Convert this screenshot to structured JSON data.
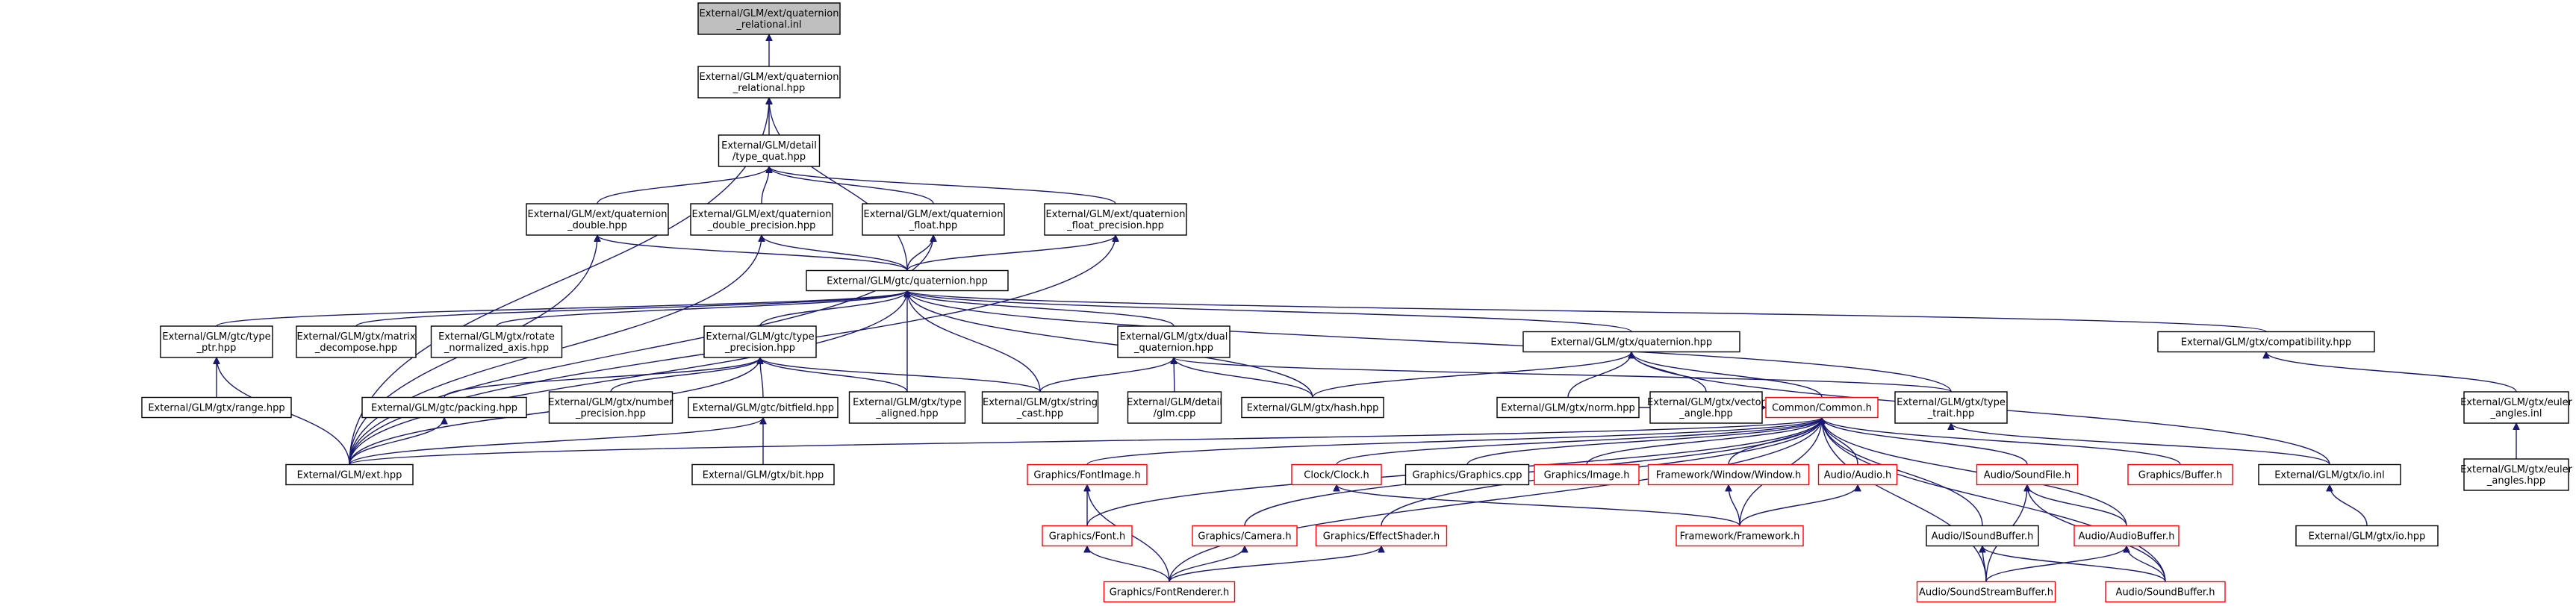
{
  "diagram": {
    "title": "",
    "colors": {
      "edge": "#191970",
      "node_border": "#000000",
      "missing_border": "#ff0000",
      "root_fill": "#bfbfbf",
      "node_fill": "#ffffff"
    },
    "nodes": [
      {
        "id": "root",
        "lines": [
          "External/GLM/ext/quaternion",
          "_relational.inl"
        ],
        "style": "root"
      },
      {
        "id": "qrel",
        "lines": [
          "External/GLM/ext/quaternion",
          "_relational.hpp"
        ],
        "style": "normal"
      },
      {
        "id": "tquat",
        "lines": [
          "External/GLM/detail",
          "/type_quat.hpp"
        ],
        "style": "normal"
      },
      {
        "id": "qdouble",
        "lines": [
          "External/GLM/ext/quaternion",
          "_double.hpp"
        ],
        "style": "normal"
      },
      {
        "id": "qdoubleprec",
        "lines": [
          "External/GLM/ext/quaternion",
          "_double_precision.hpp"
        ],
        "style": "normal"
      },
      {
        "id": "qfloat",
        "lines": [
          "External/GLM/ext/quaternion",
          "_float.hpp"
        ],
        "style": "normal"
      },
      {
        "id": "qfloatprec",
        "lines": [
          "External/GLM/ext/quaternion",
          "_float_precision.hpp"
        ],
        "style": "normal"
      },
      {
        "id": "gtcquat",
        "lines": [
          "External/GLM/gtc/quaternion.hpp"
        ],
        "style": "normal"
      },
      {
        "id": "gtctypeptr",
        "lines": [
          "External/GLM/gtc/type",
          "_ptr.hpp"
        ],
        "style": "normal"
      },
      {
        "id": "matdecomp",
        "lines": [
          "External/GLM/gtx/matrix",
          "_decompose.hpp"
        ],
        "style": "normal"
      },
      {
        "id": "rotnorm",
        "lines": [
          "External/GLM/gtx/rotate",
          "_normalized_axis.hpp"
        ],
        "style": "normal"
      },
      {
        "id": "gtctypeprec",
        "lines": [
          "External/GLM/gtc/type",
          "_precision.hpp"
        ],
        "style": "normal"
      },
      {
        "id": "dualquat",
        "lines": [
          "External/GLM/gtx/dual",
          "_quaternion.hpp"
        ],
        "style": "normal"
      },
      {
        "id": "gtxquat",
        "lines": [
          "External/GLM/gtx/quaternion.hpp"
        ],
        "style": "normal"
      },
      {
        "id": "compat",
        "lines": [
          "External/GLM/gtx/compatibility.hpp"
        ],
        "style": "normal"
      },
      {
        "id": "range",
        "lines": [
          "External/GLM/gtx/range.hpp"
        ],
        "style": "normal"
      },
      {
        "id": "packing",
        "lines": [
          "External/GLM/gtc/packing.hpp"
        ],
        "style": "normal"
      },
      {
        "id": "numprec",
        "lines": [
          "External/GLM/gtx/number",
          "_precision.hpp"
        ],
        "style": "normal"
      },
      {
        "id": "bitfield",
        "lines": [
          "External/GLM/gtc/bitfield.hpp"
        ],
        "style": "normal"
      },
      {
        "id": "typealigned",
        "lines": [
          "External/GLM/gtx/type",
          "_aligned.hpp"
        ],
        "style": "normal"
      },
      {
        "id": "strcast",
        "lines": [
          "External/GLM/gtx/string",
          "_cast.hpp"
        ],
        "style": "normal"
      },
      {
        "id": "glmcpp",
        "lines": [
          "External/GLM/detail",
          "/glm.cpp"
        ],
        "style": "normal"
      },
      {
        "id": "hash",
        "lines": [
          "External/GLM/gtx/hash.hpp"
        ],
        "style": "normal"
      },
      {
        "id": "norm",
        "lines": [
          "External/GLM/gtx/norm.hpp"
        ],
        "style": "normal"
      },
      {
        "id": "vecangle",
        "lines": [
          "External/GLM/gtx/vector",
          "_angle.hpp"
        ],
        "style": "normal"
      },
      {
        "id": "common",
        "lines": [
          "Common/Common.h"
        ],
        "style": "red"
      },
      {
        "id": "typetrait",
        "lines": [
          "External/GLM/gtx/type",
          "_trait.hpp"
        ],
        "style": "normal"
      },
      {
        "id": "eulerinl",
        "lines": [
          "External/GLM/gtx/euler",
          "_angles.inl"
        ],
        "style": "normal"
      },
      {
        "id": "eulerhpp",
        "lines": [
          "External/GLM/gtx/euler",
          "_angles.hpp"
        ],
        "style": "normal"
      },
      {
        "id": "exthpp",
        "lines": [
          "External/GLM/ext.hpp"
        ],
        "style": "normal"
      },
      {
        "id": "bithpp",
        "lines": [
          "External/GLM/gtx/bit.hpp"
        ],
        "style": "normal"
      },
      {
        "id": "fontimage",
        "lines": [
          "Graphics/FontImage.h"
        ],
        "style": "red"
      },
      {
        "id": "clock",
        "lines": [
          "Clock/Clock.h"
        ],
        "style": "red"
      },
      {
        "id": "graphicscpp",
        "lines": [
          "Graphics/Graphics.cpp"
        ],
        "style": "normal"
      },
      {
        "id": "image",
        "lines": [
          "Graphics/Image.h"
        ],
        "style": "red"
      },
      {
        "id": "window",
        "lines": [
          "Framework/Window/Window.h"
        ],
        "style": "red"
      },
      {
        "id": "audioh",
        "lines": [
          "Audio/Audio.h"
        ],
        "style": "red"
      },
      {
        "id": "soundfile",
        "lines": [
          "Audio/SoundFile.h"
        ],
        "style": "red"
      },
      {
        "id": "gbuffer",
        "lines": [
          "Graphics/Buffer.h"
        ],
        "style": "red"
      },
      {
        "id": "ioinl",
        "lines": [
          "External/GLM/gtx/io.inl"
        ],
        "style": "normal"
      },
      {
        "id": "font",
        "lines": [
          "Graphics/Font.h"
        ],
        "style": "red"
      },
      {
        "id": "camera",
        "lines": [
          "Graphics/Camera.h"
        ],
        "style": "red"
      },
      {
        "id": "effectshader",
        "lines": [
          "Graphics/EffectShader.h"
        ],
        "style": "red"
      },
      {
        "id": "framework",
        "lines": [
          "Framework/Framework.h"
        ],
        "style": "red"
      },
      {
        "id": "isoundbuffer",
        "lines": [
          "Audio/ISoundBuffer.h"
        ],
        "style": "normal"
      },
      {
        "id": "audiobuffer",
        "lines": [
          "Audio/AudioBuffer.h"
        ],
        "style": "red"
      },
      {
        "id": "iohpp",
        "lines": [
          "External/GLM/gtx/io.hpp"
        ],
        "style": "normal"
      },
      {
        "id": "fontrenderer",
        "lines": [
          "Graphics/FontRenderer.h"
        ],
        "style": "red"
      },
      {
        "id": "soundstream",
        "lines": [
          "Audio/SoundStreamBuffer.h"
        ],
        "style": "red"
      },
      {
        "id": "soundbuffer",
        "lines": [
          "Audio/SoundBuffer.h"
        ],
        "style": "red"
      }
    ],
    "edges": [
      [
        "qrel",
        "root"
      ],
      [
        "tquat",
        "qrel"
      ],
      [
        "gtcquat",
        "qrel"
      ],
      [
        "exthpp",
        "qrel"
      ],
      [
        "qdouble",
        "tquat"
      ],
      [
        "qdoubleprec",
        "tquat"
      ],
      [
        "qfloat",
        "tquat"
      ],
      [
        "qfloatprec",
        "tquat"
      ],
      [
        "gtcquat",
        "qdouble"
      ],
      [
        "exthpp",
        "qdouble"
      ],
      [
        "gtcquat",
        "qdoubleprec"
      ],
      [
        "exthpp",
        "qdoubleprec"
      ],
      [
        "gtcquat",
        "qfloat"
      ],
      [
        "exthpp",
        "qfloat"
      ],
      [
        "gtcquat",
        "qfloatprec"
      ],
      [
        "exthpp",
        "qfloatprec"
      ],
      [
        "gtctypeptr",
        "gtcquat"
      ],
      [
        "matdecomp",
        "gtcquat"
      ],
      [
        "rotnorm",
        "gtcquat"
      ],
      [
        "gtctypeprec",
        "gtcquat"
      ],
      [
        "dualquat",
        "gtcquat"
      ],
      [
        "gtxquat",
        "gtcquat"
      ],
      [
        "compat",
        "gtcquat"
      ],
      [
        "exthpp",
        "gtcquat"
      ],
      [
        "typealigned",
        "gtcquat"
      ],
      [
        "strcast",
        "gtcquat"
      ],
      [
        "hash",
        "gtcquat"
      ],
      [
        "typetrait",
        "gtcquat"
      ],
      [
        "range",
        "gtctypeptr"
      ],
      [
        "exthpp",
        "gtctypeptr"
      ],
      [
        "packing",
        "gtctypeprec"
      ],
      [
        "numprec",
        "gtctypeprec"
      ],
      [
        "bitfield",
        "gtctypeprec"
      ],
      [
        "typealigned",
        "gtctypeprec"
      ],
      [
        "strcast",
        "gtctypeprec"
      ],
      [
        "exthpp",
        "gtctypeprec"
      ],
      [
        "strcast",
        "dualquat"
      ],
      [
        "glmcpp",
        "dualquat"
      ],
      [
        "hash",
        "dualquat"
      ],
      [
        "typetrait",
        "dualquat"
      ],
      [
        "norm",
        "gtxquat"
      ],
      [
        "vecangle",
        "gtxquat"
      ],
      [
        "common",
        "gtxquat"
      ],
      [
        "hash",
        "gtxquat"
      ],
      [
        "ioinl",
        "gtxquat"
      ],
      [
        "eulerinl",
        "compat"
      ],
      [
        "eulerhpp",
        "eulerinl"
      ],
      [
        "exthpp",
        "packing"
      ],
      [
        "exthpp",
        "bitfield"
      ],
      [
        "bithpp",
        "bitfield"
      ],
      [
        "norm",
        "common"
      ],
      [
        "exthpp",
        "common"
      ],
      [
        "fontimage",
        "common"
      ],
      [
        "clock",
        "common"
      ],
      [
        "graphicscpp",
        "common"
      ],
      [
        "image",
        "common"
      ],
      [
        "window",
        "common"
      ],
      [
        "audioh",
        "common"
      ],
      [
        "soundfile",
        "common"
      ],
      [
        "gbuffer",
        "common"
      ],
      [
        "font",
        "common"
      ],
      [
        "camera",
        "common"
      ],
      [
        "effectshader",
        "common"
      ],
      [
        "framework",
        "common"
      ],
      [
        "isoundbuffer",
        "common"
      ],
      [
        "audiobuffer",
        "common"
      ],
      [
        "fontrenderer",
        "common"
      ],
      [
        "soundstream",
        "common"
      ],
      [
        "soundbuffer",
        "common"
      ],
      [
        "ioinl",
        "typetrait"
      ],
      [
        "iohpp",
        "ioinl"
      ],
      [
        "font",
        "fontimage"
      ],
      [
        "fontrenderer",
        "fontimage"
      ],
      [
        "fontrenderer",
        "font"
      ],
      [
        "fontrenderer",
        "camera"
      ],
      [
        "fontrenderer",
        "effectshader"
      ],
      [
        "framework",
        "clock"
      ],
      [
        "framework",
        "window"
      ],
      [
        "framework",
        "audioh"
      ],
      [
        "soundstream",
        "soundfile"
      ],
      [
        "soundbuffer",
        "soundfile"
      ],
      [
        "audiobuffer",
        "soundfile"
      ],
      [
        "soundstream",
        "isoundbuffer"
      ],
      [
        "soundbuffer",
        "isoundbuffer"
      ],
      [
        "soundstream",
        "audiobuffer"
      ],
      [
        "soundbuffer",
        "audiobuffer"
      ]
    ]
  }
}
